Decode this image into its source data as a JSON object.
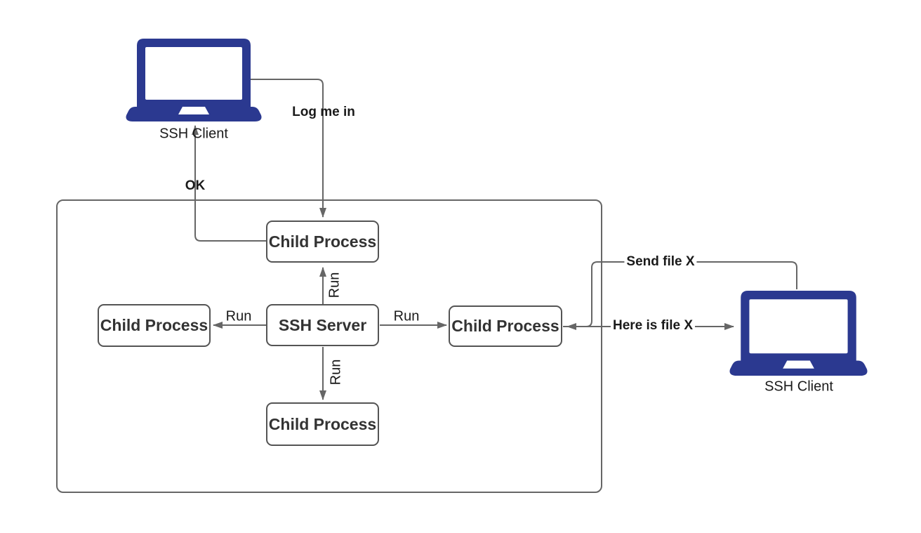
{
  "colors": {
    "laptop_fill": "#2b3990",
    "connector_line": "#666666",
    "box_border": "#545454",
    "box_text": "#333333",
    "label_text": "#1a1a1a",
    "background": "#ffffff"
  },
  "nodes": {
    "client_top_left": {
      "label": "SSH Client"
    },
    "client_right": {
      "label": "SSH Client"
    },
    "ssh_server": {
      "label": "SSH Server"
    },
    "child_top": {
      "label": "Child Process"
    },
    "child_left": {
      "label": "Child Process"
    },
    "child_right": {
      "label": "Child Process"
    },
    "child_bottom": {
      "label": "Child Process"
    }
  },
  "edges": {
    "log_me_in": {
      "label": "Log me in"
    },
    "ok": {
      "label": "OK"
    },
    "run_top": {
      "label": "Run"
    },
    "run_left": {
      "label": "Run"
    },
    "run_right": {
      "label": "Run"
    },
    "run_bottom": {
      "label": "Run"
    },
    "send_file": {
      "label": "Send file X"
    },
    "here_is_file": {
      "label": "Here is file X"
    }
  }
}
